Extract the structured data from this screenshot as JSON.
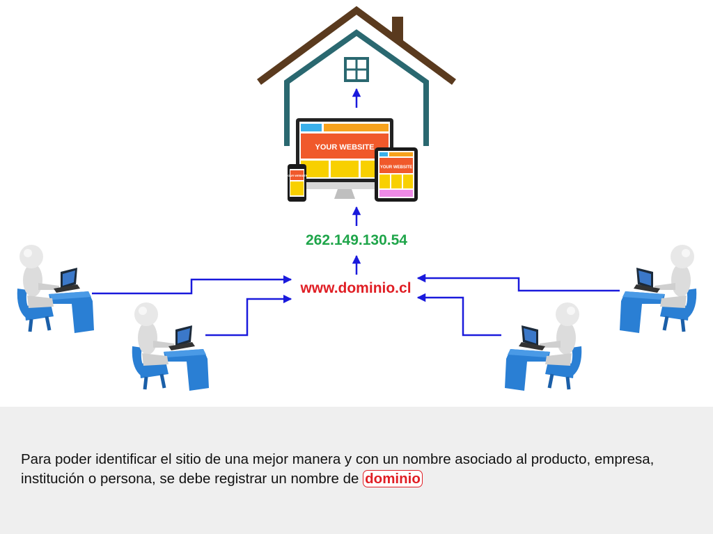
{
  "diagram": {
    "ip_address": "262.149.130.54",
    "domain_name": "www.dominio.cl",
    "website_label": "YOUR WEBSITE",
    "phone_label": "YOUR WEBSITE",
    "tablet_label": "YOUR WEBSITE",
    "colors": {
      "roof": "#5a3a1e",
      "house": "#2a6870",
      "arrow": "#1a1adc",
      "ip": "#1fa54a",
      "domain": "#e01e24",
      "chair": "#2a7fd4"
    },
    "icons": [
      "house-icon",
      "window-icon",
      "desktop-monitor-icon",
      "tablet-icon",
      "phone-icon",
      "person-laptop-icon"
    ]
  },
  "caption": {
    "text": "Para poder identificar el sitio de una mejor manera y con un nombre asociado al producto, empresa, institución o persona, se debe registrar un nombre de ",
    "highlight": "dominio"
  }
}
